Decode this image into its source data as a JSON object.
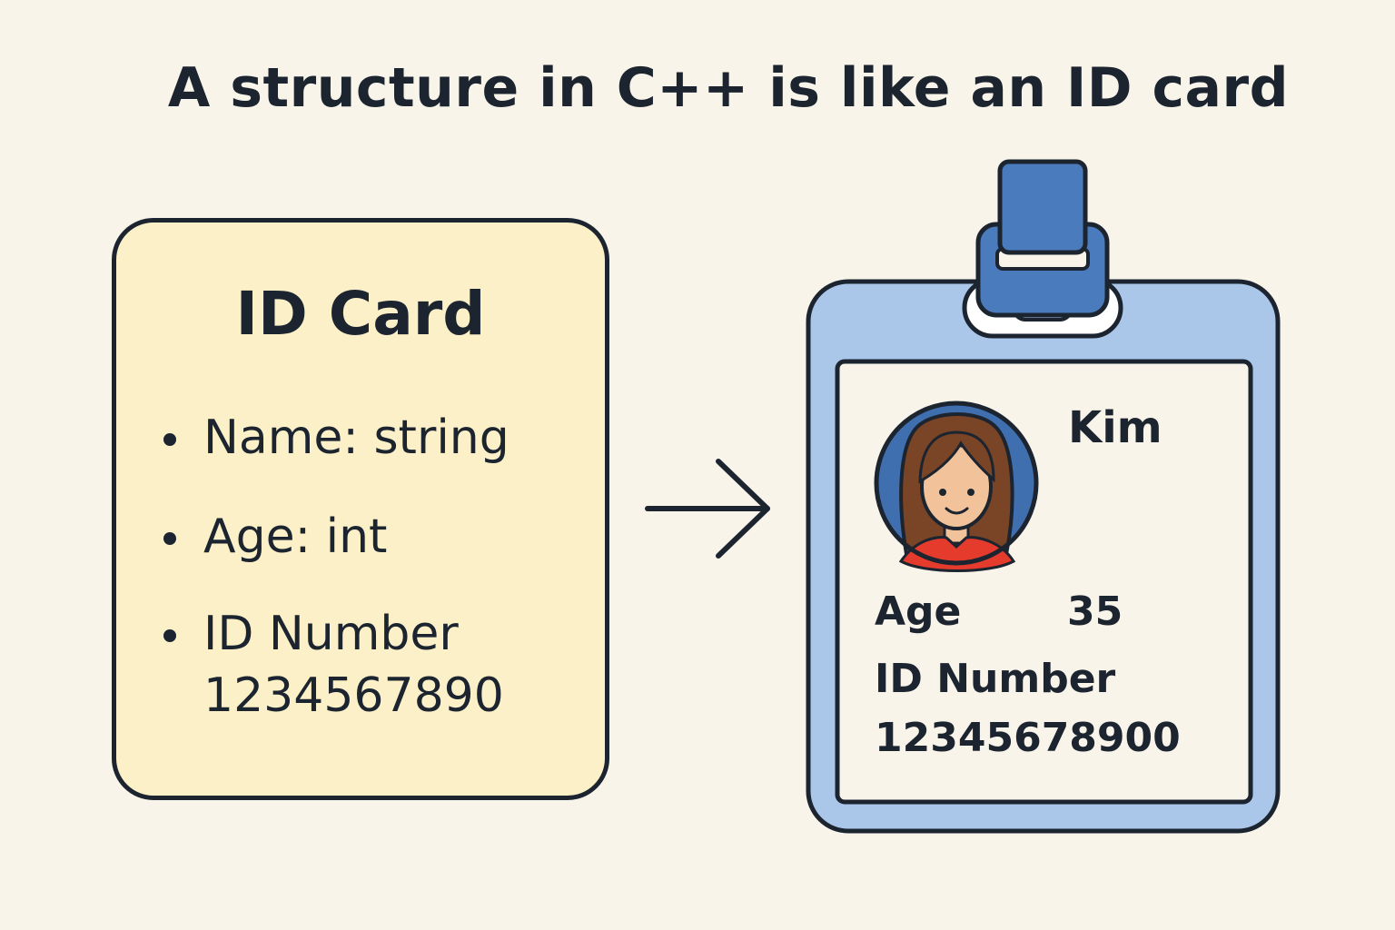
{
  "title": "A structure in C++ is like an ID card",
  "struct_card": {
    "heading": "ID Card",
    "fields": [
      {
        "text": "Name: string"
      },
      {
        "text": "Age: int"
      },
      {
        "text": "ID Number",
        "value": "1234567890"
      }
    ]
  },
  "badge": {
    "name": "Kim",
    "age_label": "Age",
    "age_value": "35",
    "id_label": "ID Number",
    "id_value": "12345678900"
  },
  "colors": {
    "background": "#f8f4ea",
    "struct_card_fill": "#fbf0c7",
    "badge_frame": "#aac7ea",
    "badge_clip": "#4a7bbd",
    "avatar_bg": "#3f6fae",
    "hair": "#7a4426",
    "skin": "#f2c39a",
    "shirt": "#e43b2c",
    "outline": "#1c2430"
  }
}
